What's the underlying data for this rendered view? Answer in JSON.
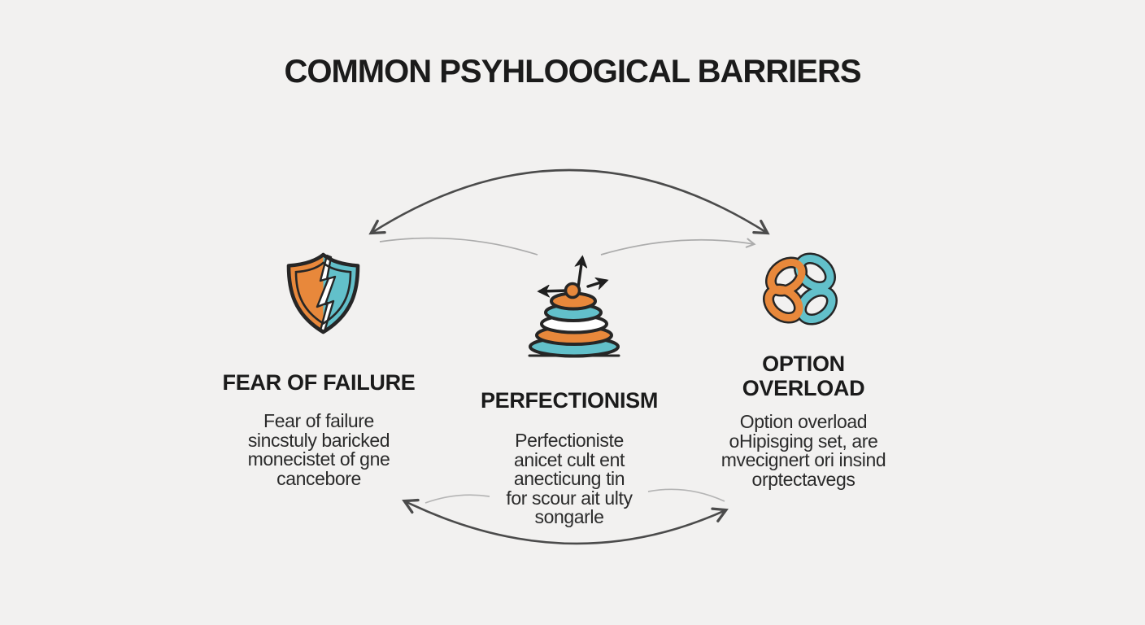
{
  "title": "COMMON PSYHLOOGICAL BARRIERS",
  "sections": [
    {
      "icon": "cracked-shield-icon",
      "heading_lines": [
        "FEAR OF FAILURE"
      ],
      "body_lines": [
        "Fear of failure",
        "sincstuly baricked",
        "monecistet of gne",
        "cancebore"
      ]
    },
    {
      "icon": "stacking-rings-icon",
      "heading_lines": [
        "PERFECTIONISM"
      ],
      "body_lines": [
        "Perfectioniste",
        "anicet cult ent",
        "anecticung tin",
        "for scour ait ulty",
        "songarle"
      ]
    },
    {
      "icon": "linked-rings-icon",
      "heading_lines": [
        "OPTION",
        "OVERLOAD"
      ],
      "body_lines": [
        "Option overload",
        "oHipisging set, are",
        "mvecignert ori insind",
        "orptectavegs"
      ]
    }
  ],
  "colors": {
    "background": "#F2F1F0",
    "orange": "#E8883B",
    "teal": "#62C0CA",
    "outline": "#262626",
    "arrow_dark": "#4B4B4B",
    "arrow_light": "#ACACAC",
    "heading_text": "#1B1B1B",
    "body_text": "#2B2B2B"
  }
}
